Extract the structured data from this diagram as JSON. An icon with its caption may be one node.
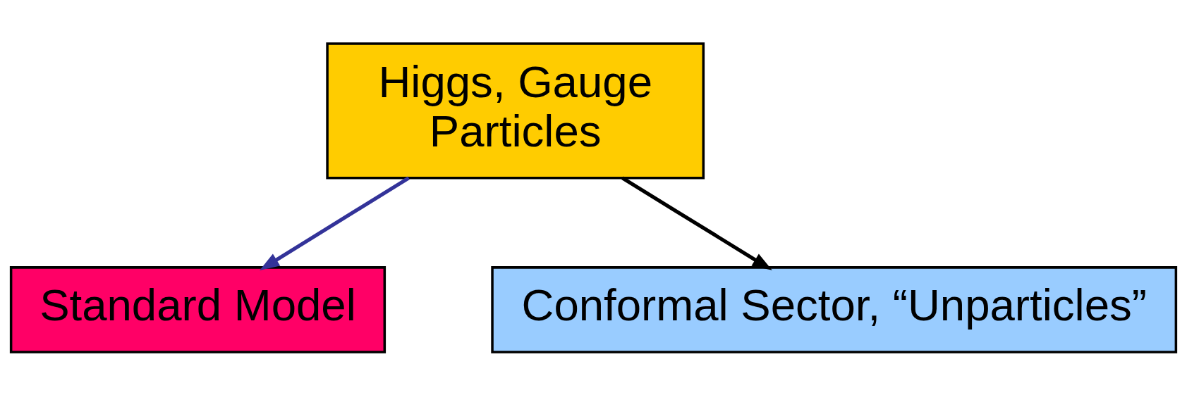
{
  "diagram": {
    "nodes": [
      {
        "text": [
          "Higgs, Gauge Particles"
        ]
      },
      {
        "text": [
          "Standard Model"
        ]
      },
      {
        "text": [
          "Conformal Sector, “Unparticles”"
        ]
      }
    ],
    "edges": [
      {
        "from": 0,
        "to": 1,
        "arrow": "to",
        "color": "#333399"
      },
      {
        "from": 0,
        "to": 2,
        "arrow": "to",
        "color": "#000000"
      }
    ]
  }
}
